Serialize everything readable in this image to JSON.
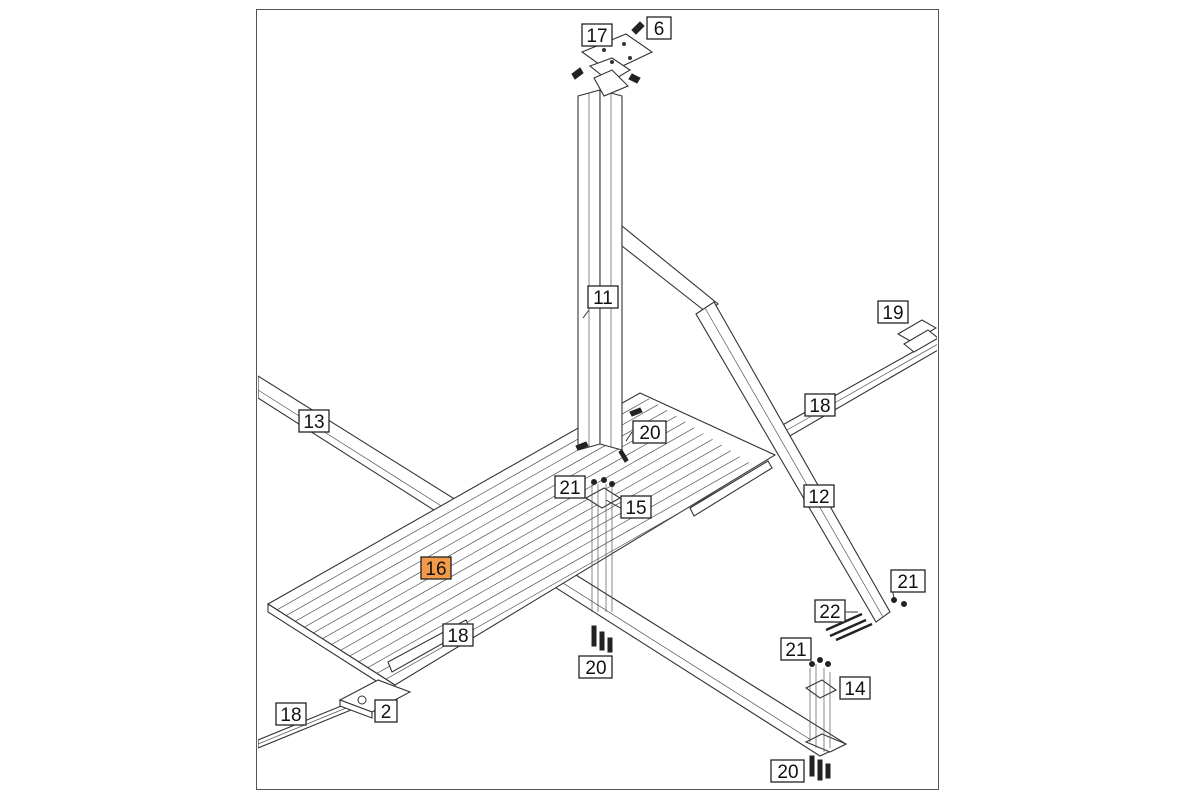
{
  "diagram": {
    "highlight_color": "#f39a4a",
    "callouts": [
      {
        "id": "c17",
        "label": "17",
        "highlight": false
      },
      {
        "id": "c6",
        "label": "6",
        "highlight": false
      },
      {
        "id": "c11",
        "label": "11",
        "highlight": false
      },
      {
        "id": "c19",
        "label": "19",
        "highlight": false
      },
      {
        "id": "c13",
        "label": "13",
        "highlight": false
      },
      {
        "id": "c18a",
        "label": "18",
        "highlight": false
      },
      {
        "id": "c20a",
        "label": "20",
        "highlight": false
      },
      {
        "id": "c21a",
        "label": "21",
        "highlight": false
      },
      {
        "id": "c15",
        "label": "15",
        "highlight": false
      },
      {
        "id": "c12",
        "label": "12",
        "highlight": false
      },
      {
        "id": "c16",
        "label": "16",
        "highlight": true
      },
      {
        "id": "c21b",
        "label": "21",
        "highlight": false
      },
      {
        "id": "c22",
        "label": "22",
        "highlight": false
      },
      {
        "id": "c18b",
        "label": "18",
        "highlight": false
      },
      {
        "id": "c21c",
        "label": "21",
        "highlight": false
      },
      {
        "id": "c20b",
        "label": "20",
        "highlight": false
      },
      {
        "id": "c14",
        "label": "14",
        "highlight": false
      },
      {
        "id": "c18c",
        "label": "18",
        "highlight": false
      },
      {
        "id": "c2",
        "label": "2",
        "highlight": false
      },
      {
        "id": "c20c",
        "label": "20",
        "highlight": false
      }
    ]
  }
}
